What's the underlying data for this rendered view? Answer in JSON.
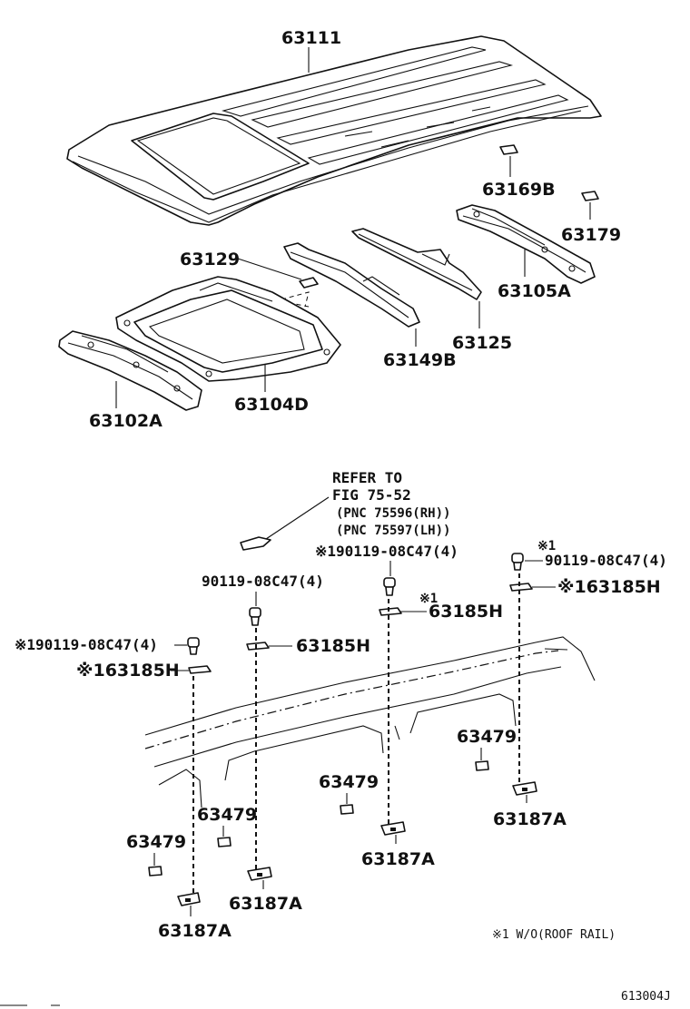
{
  "labels": {
    "p63111": "63111",
    "p63169B": "63169B",
    "p63179": "63179",
    "p63129": "63129",
    "p63105A": "63105A",
    "p63125": "63125",
    "p63149B": "63149B",
    "p63104D": "63104D",
    "p63102A": "63102A",
    "refer1": "REFER TO",
    "refer2": "FIG 75-52",
    "refer3": "(PNC 75596(RH))",
    "refer4": "(PNC 75597(LH))",
    "bolt_note_c": "※190119-08C47(4)",
    "bolt_mid": "90119-08C47(4)",
    "bolt_right_mark": "※1",
    "bolt_right": "90119-08C47(4)",
    "bolt_left": "※190119-08C47(4)",
    "h_right": "※163185H",
    "h_center_mark": "※1",
    "h_center": "63185H",
    "h_mid": "63185H",
    "h_left": "※163185H",
    "s63479_a": "63479",
    "s63479_b": "63479",
    "s63479_c": "63479",
    "s63479_d": "63479",
    "s63187A_a": "63187A",
    "s63187A_b": "63187A",
    "s63187A_c": "63187A",
    "s63187A_d": "63187A",
    "footnote": "※1  W/O(ROOF RAIL)",
    "figure_code": "613004J"
  }
}
